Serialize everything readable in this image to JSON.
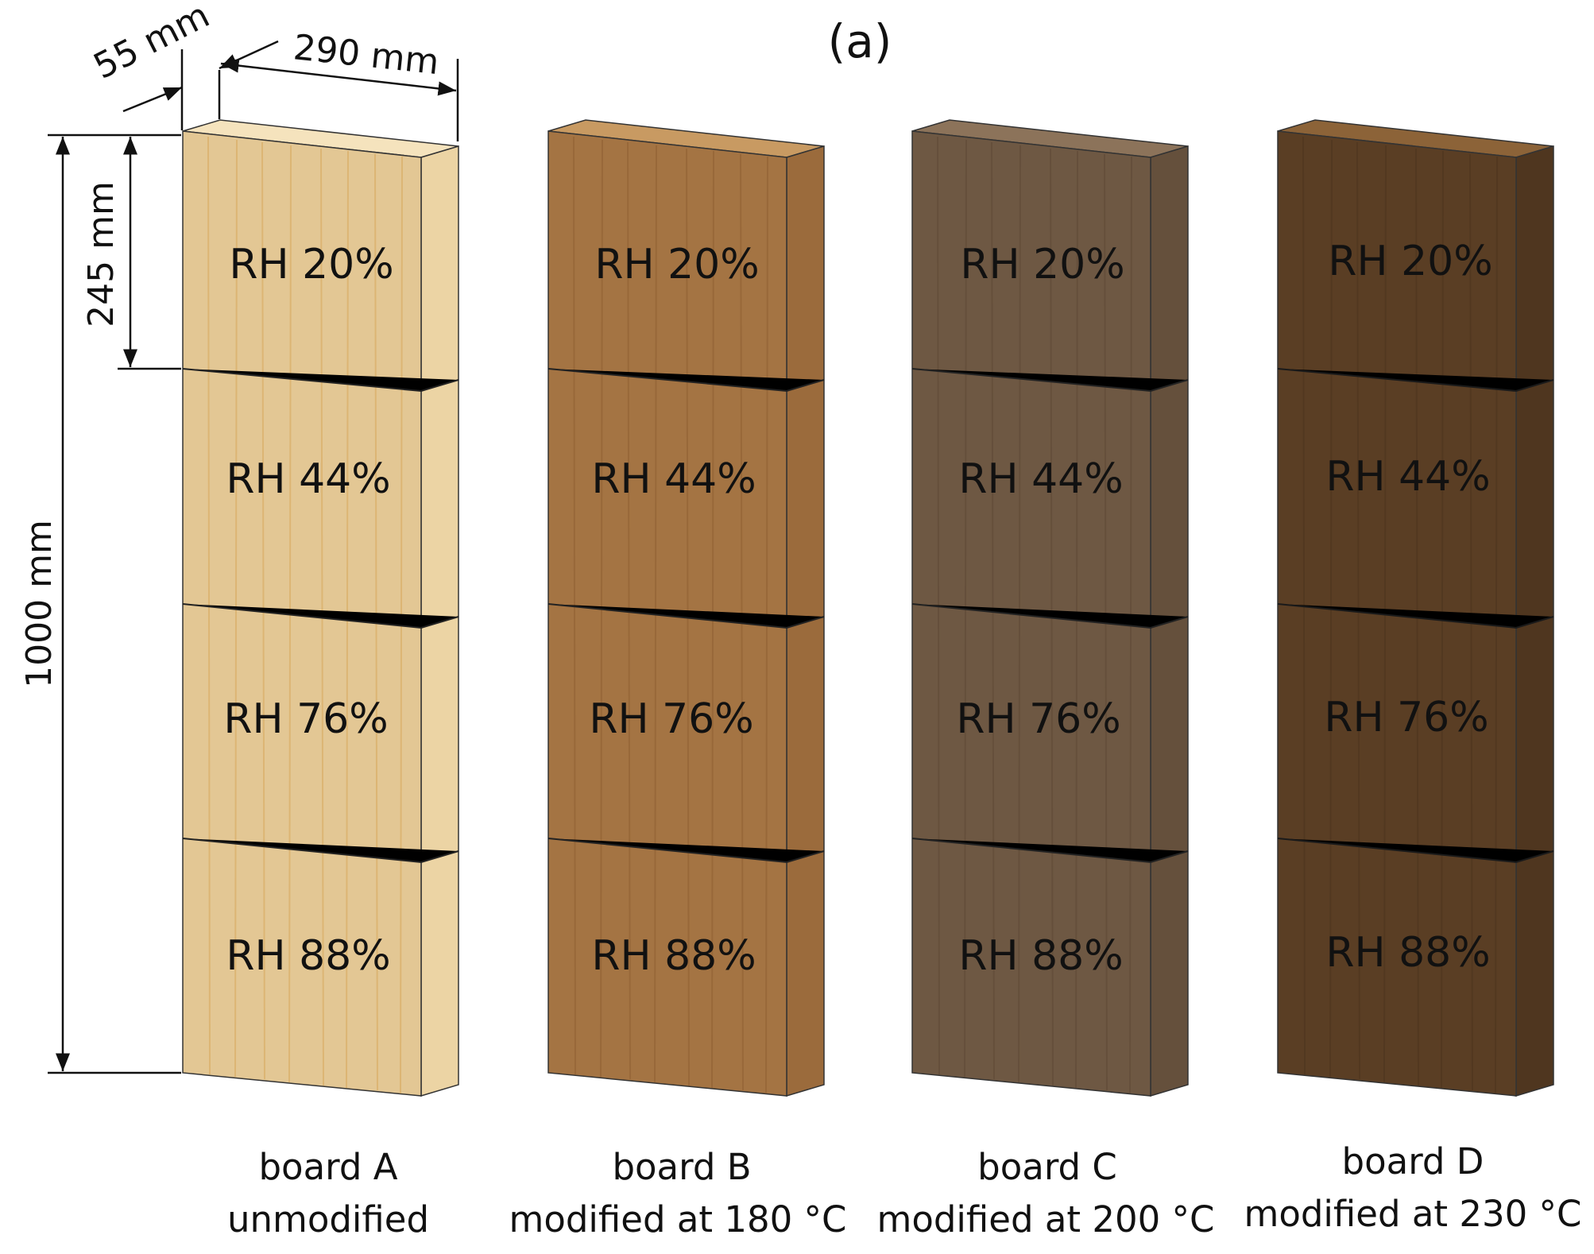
{
  "panel_label": "(a)",
  "dimensions": {
    "thickness": "55 mm",
    "width": "290 mm",
    "segment_height": "245 mm",
    "total_height": "1000 mm"
  },
  "boards": [
    {
      "id": "A",
      "name": "board A",
      "treatment": "unmodified",
      "colors": {
        "front": "#e3c794",
        "side": "#ecd4a4",
        "top": "#f5e3bd",
        "grain": "#d8a85a"
      },
      "segments": [
        "RH 20%",
        "RH 44%",
        "RH 76%",
        "RH 88%"
      ]
    },
    {
      "id": "B",
      "name": "board B",
      "treatment": "modified at 180 °C",
      "colors": {
        "front": "#a47443",
        "side": "#9b6b3c",
        "top": "#c89a62",
        "grain": "#8d5e30"
      },
      "segments": [
        "RH 20%",
        "RH 44%",
        "RH 76%",
        "RH 88%"
      ]
    },
    {
      "id": "C",
      "name": "board C",
      "treatment": "modified at 200 °C",
      "colors": {
        "front": "#6e5843",
        "side": "#65503c",
        "top": "#8c735a",
        "grain": "#5b4633"
      },
      "segments": [
        "RH 20%",
        "RH 44%",
        "RH 76%",
        "RH 88%"
      ]
    },
    {
      "id": "D",
      "name": "board D",
      "treatment": "modified at 230 °C",
      "colors": {
        "front": "#5a3e24",
        "side": "#4f361f",
        "top": "#8c6338",
        "grain": "#4a321c"
      },
      "segments": [
        "RH 20%",
        "RH 44%",
        "RH 76%",
        "RH 88%"
      ]
    }
  ]
}
